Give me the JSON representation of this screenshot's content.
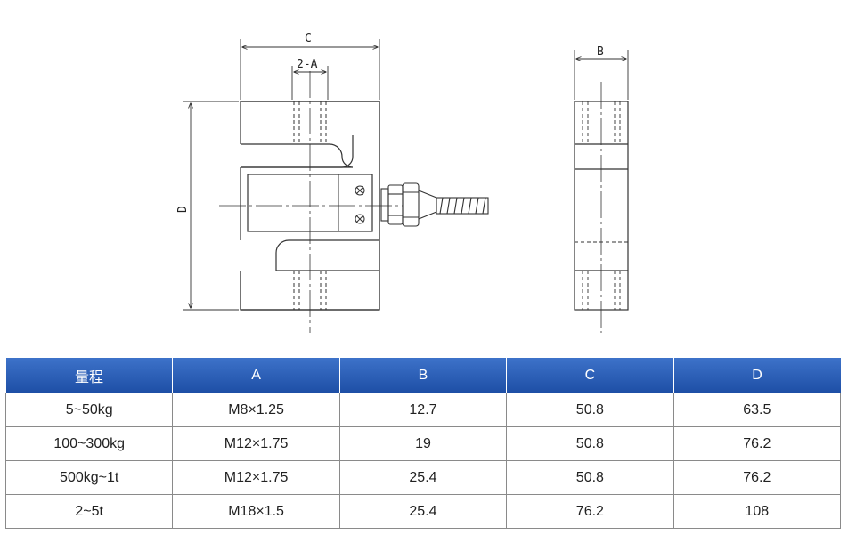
{
  "drawing": {
    "labels": {
      "c": "C",
      "two_a": "2-A",
      "d": "D",
      "b": "B"
    }
  },
  "table": {
    "headers": [
      "量程",
      "A",
      "B",
      "C",
      "D"
    ],
    "rows": [
      [
        "5~50kg",
        "M8×1.25",
        "12.7",
        "50.8",
        "63.5"
      ],
      [
        "100~300kg",
        "M12×1.75",
        "19",
        "50.8",
        "76.2"
      ],
      [
        "500kg~1t",
        "M12×1.75",
        "25.4",
        "50.8",
        "76.2"
      ],
      [
        "2~5t",
        "M18×1.5",
        "25.4",
        "76.2",
        "108"
      ]
    ]
  }
}
